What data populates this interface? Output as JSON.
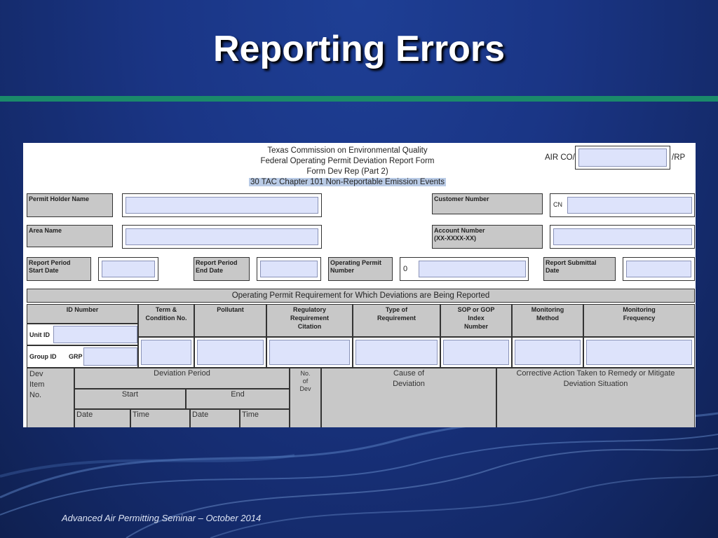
{
  "slide": {
    "title": "Reporting Errors",
    "footer": "Advanced Air Permitting Seminar – October 2014"
  },
  "form": {
    "header": {
      "line1": "Texas Commission on Environmental Quality",
      "line2": "Federal Operating Permit Deviation Report Form",
      "line3": "Form Dev Rep (Part 2)",
      "line4": "30 TAC Chapter 101 Non-Reportable Emission Events"
    },
    "air_co_prefix": "AIR CO/",
    "air_co_suffix": "/RP",
    "labels": {
      "permit_holder_name": "Permit Holder Name",
      "customer_number": "Customer Number",
      "cn_prefix": "CN",
      "area_name": "Area  Name",
      "account_number_1": "Account Number",
      "account_number_2": "(XX-XXXX-XX)",
      "report_period_start_1": "Report Period",
      "report_period_start_2": "Start Date",
      "report_period_end_1": "Report Period",
      "report_period_end_2": "End Date",
      "operating_permit_number_1": "Operating Permit",
      "operating_permit_number_2": "Number",
      "operating_permit_prefix": "0",
      "report_submittal_1": "Report Submittal",
      "report_submittal_2": "Date"
    },
    "section_title": "Operating Permit Requirement for Which Deviations are Being Reported",
    "columns": {
      "id_number": "ID Number",
      "term_1": "Term &",
      "term_2": "Condition No.",
      "pollutant": "Pollutant",
      "reg_1": "Regulatory",
      "reg_2": "Requirement",
      "reg_3": "Citation",
      "type_1": "Type of",
      "type_2": "Requirement",
      "sop_1": "SOP or GOP",
      "sop_2": "Index",
      "sop_3": "Number",
      "mon_method_1": "Monitoring",
      "mon_method_2": "Method",
      "mon_freq_1": "Monitoring",
      "mon_freq_2": "Frequency"
    },
    "unit_id": "Unit ID",
    "group_id": "Group  ID",
    "grp": "GRP",
    "deviation": {
      "dev_1": "Dev",
      "dev_2": "Item",
      "dev_3": "No.",
      "period": "Deviation Period",
      "start": "Start",
      "end": "End",
      "date_start": "Date",
      "time_start": "Time",
      "date_end": "Date",
      "time_end": "Time",
      "no_1": "No.",
      "no_2": "of",
      "no_3": "Dev",
      "cause_1": "Cause of",
      "cause_2": "Deviation",
      "corrective_1": "Corrective Action Taken to Remedy or Mitigate",
      "corrective_2": "Deviation Situation"
    }
  }
}
